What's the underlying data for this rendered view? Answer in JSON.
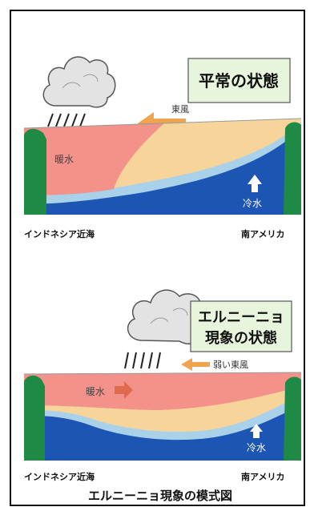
{
  "panels": {
    "normal": {
      "state_label": "平常の状態",
      "wind_label": "東風",
      "warm_label": "暖水",
      "cold_label": "冷水",
      "left_place": "インドネシア近海",
      "right_place": "南アメリカ"
    },
    "elnino": {
      "state_label_line1": "エルニーニョ",
      "state_label_line2": "現象の状態",
      "wind_label": "弱い東風",
      "warm_label": "暖水",
      "cold_label": "冷水",
      "left_place": "インドネシア近海",
      "right_place": "南アメリカ"
    }
  },
  "caption": "エルニーニョ現象の模式図",
  "colors": {
    "warm": "#f2928a",
    "mid": "#f7d59a",
    "light_blue": "#a9d2ea",
    "deep_blue": "#1c55b3",
    "land": "#1f8a45",
    "label_box": "#e8f5dd",
    "arrow": "#f0a350"
  }
}
